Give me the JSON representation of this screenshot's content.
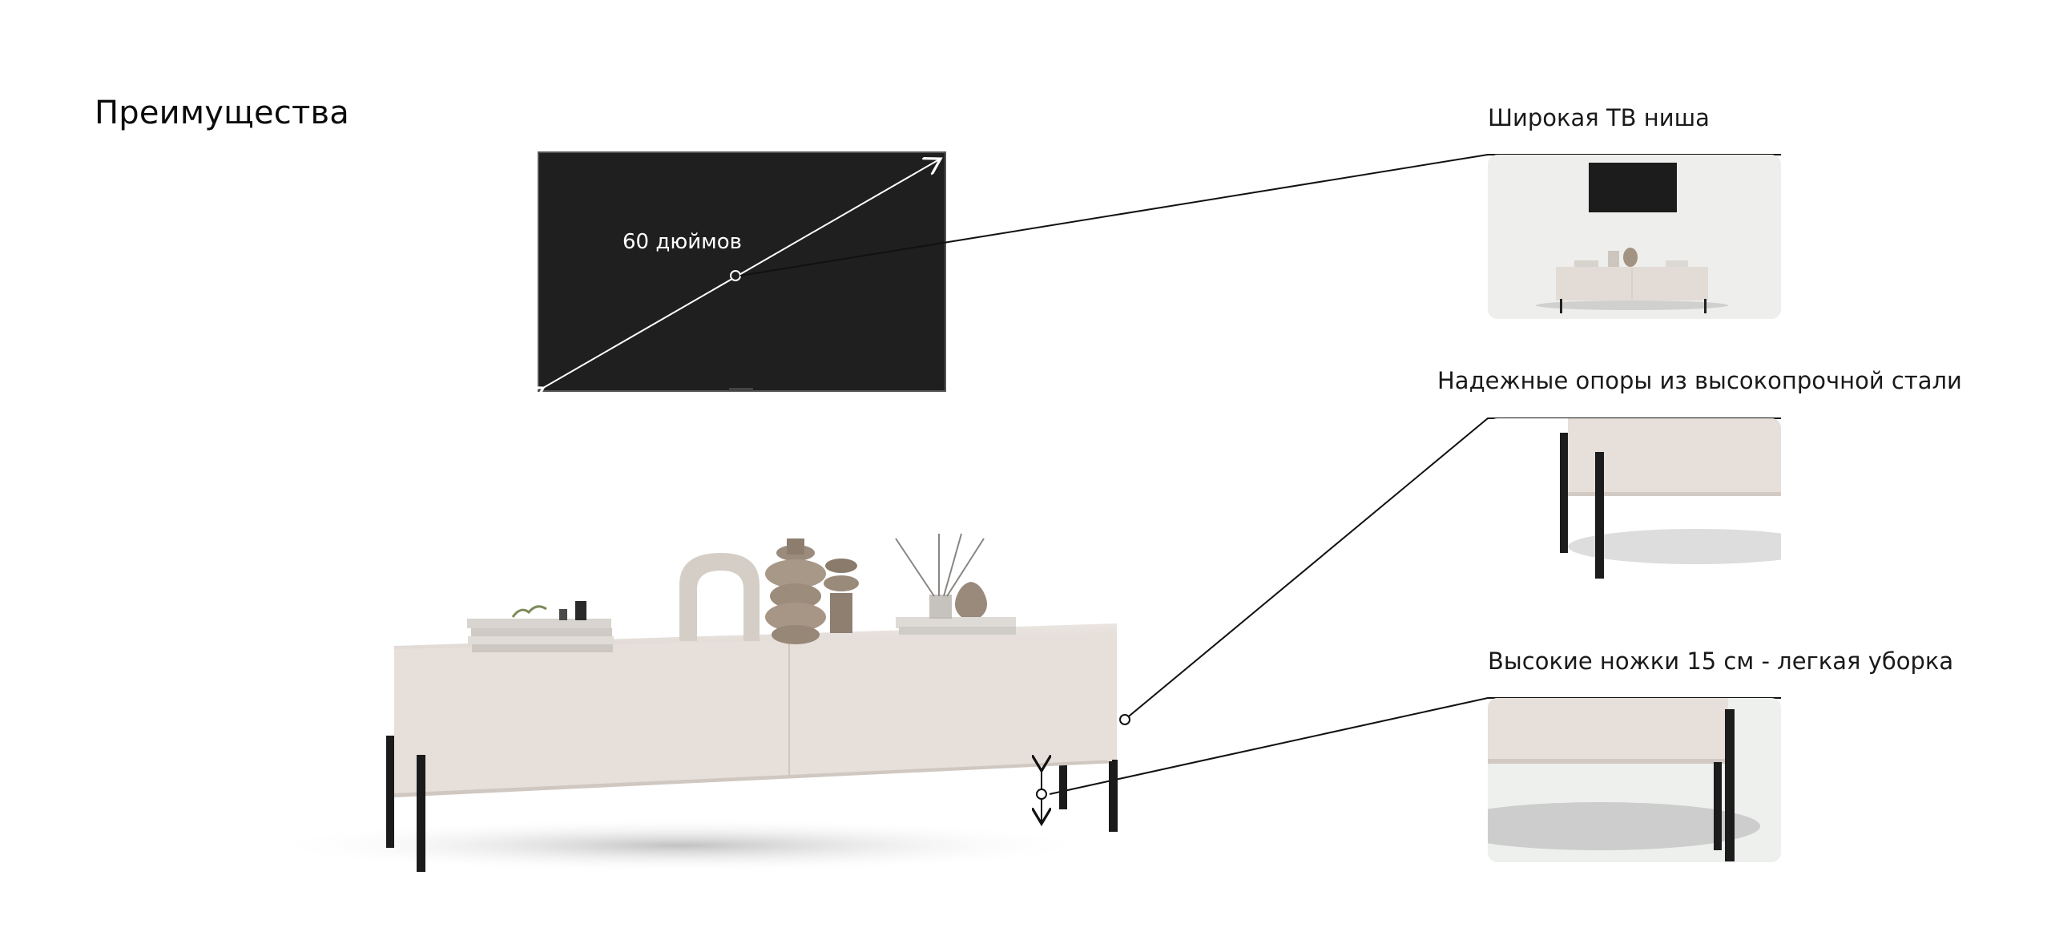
{
  "header": {
    "title": "Преимущества"
  },
  "tv": {
    "size_label": "60 дюймов"
  },
  "features": [
    {
      "title": "Широкая ТВ ниша",
      "image_icon": "tv-niche-thumbnail"
    },
    {
      "title": "Надежные опоры из высокопрочной стали",
      "image_icon": "steel-legs-thumbnail"
    },
    {
      "title": "Высокие ножки 15 см - легкая уборка",
      "image_icon": "high-legs-thumbnail"
    }
  ],
  "colors": {
    "tv_screen": "#1f1f1f",
    "cabinet": "#e7e0db",
    "cabinet_shadow": "#d9d1cb",
    "legs": "#1b1b1b",
    "lines": "#111111",
    "thumb_bg": "#eeeeec"
  }
}
